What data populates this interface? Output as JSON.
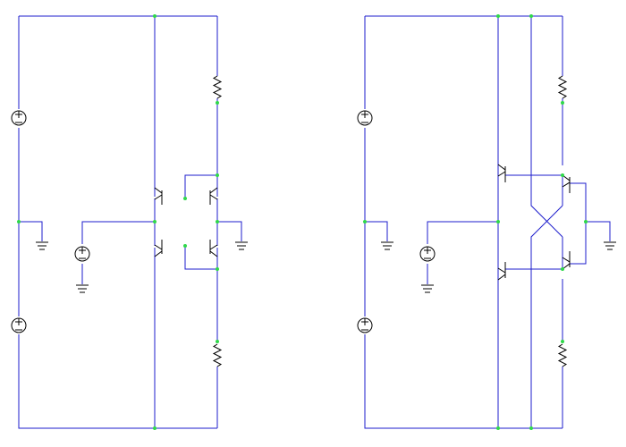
{
  "diagram": {
    "type": "circuit-schematic",
    "circuits": [
      {
        "name": "",
        "components": [
          "voltage-source",
          "voltage-source",
          "voltage-source",
          "resistor",
          "resistor",
          "transistor",
          "transistor",
          "transistor",
          "transistor",
          "ground",
          "ground",
          "ground"
        ]
      },
      {
        "name": "",
        "components": [
          "voltage-source",
          "voltage-source",
          "voltage-source",
          "resistor",
          "resistor",
          "transistor",
          "transistor",
          "transistor",
          "transistor",
          "ground",
          "ground",
          "ground"
        ]
      }
    ]
  },
  "colors": {
    "wire": "#1c1ccc",
    "component": "#000000",
    "node": "#2fd84a",
    "background": "#ffffff"
  }
}
